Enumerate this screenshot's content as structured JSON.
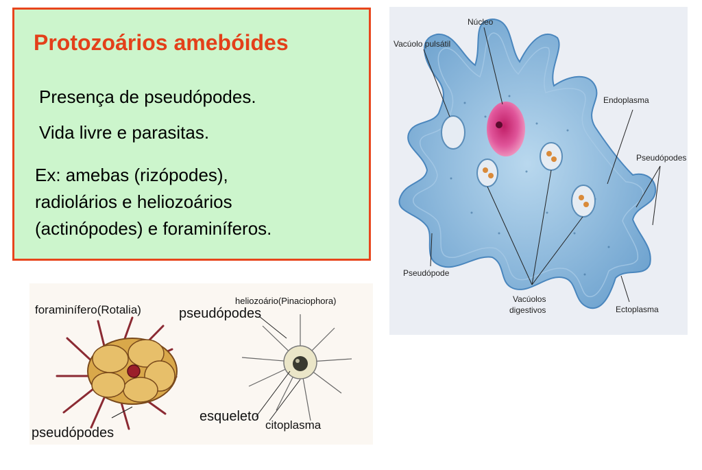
{
  "textbox": {
    "title": "Protozoários amebóides",
    "line1": "Presença de pseudópodes.",
    "line2": "Vida livre e parasitas.",
    "examples": [
      "Ex: amebas (rizópodes),",
      "radiolários e heliozoários",
      "(actinópodes) e foraminíferos."
    ]
  },
  "amoeba": {
    "labels": {
      "nucleo": "Núcleo",
      "vacuolo_pulsatil": "Vacúolo pulsátil",
      "endoplasma": "Endoplasma",
      "pseudopodes": "Pseudópodes",
      "pseudopode": "Pseudópode",
      "vacuolos_line1": "Vacúolos",
      "vacuolos_line2": "digestivos",
      "ectoplasma": "Ectoplasma"
    }
  },
  "protists": {
    "labels": {
      "foraminifero": "foraminífero(Rotalia)",
      "pseudopodes_top": "pseudópodes",
      "heliozoario": "heliozoário(Pinaciophora)",
      "esqueleto": "esqueleto",
      "citoplasma": "citoplasma",
      "pseudopodes_bottom": "pseudópodes"
    }
  },
  "colors": {
    "title": "#e3401a",
    "box_fill": "#ccf5cc",
    "box_border": "#e8451c",
    "amoeba_body": "#8ab8dc",
    "nucleus": "#e0559a",
    "shell": "#d9a84a"
  }
}
